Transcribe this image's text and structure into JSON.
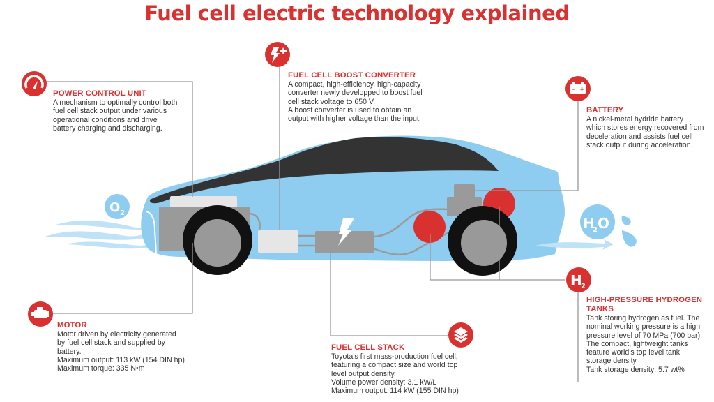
{
  "title": "Fuel cell electric technology explained",
  "colors": {
    "accent_red": "#d8312f",
    "car_blue": "#8ecdf0",
    "air_blue": "#bfe2f7",
    "component_gray": "#9a9a9a",
    "component_light": "#e6e6e6",
    "window_dark": "#333333",
    "connector_line": "#999999"
  },
  "labels": {
    "o2": "O",
    "o2_sub": "2",
    "h2o_h": "H",
    "h2o_sub": "2",
    "h2o_o": "O",
    "h2": "H",
    "h2_sub": "2"
  },
  "components": {
    "power_control_unit": {
      "icon": "gauge-icon",
      "heading": "POWER CONTROL UNIT",
      "lines": [
        "A mechanism to optimally control both",
        "fuel cell stack output under various",
        "operational conditions and drive",
        "battery charging and discharging."
      ]
    },
    "boost_converter": {
      "icon": "lightning-plus-icon",
      "heading": "FUEL CELL BOOST CONVERTER",
      "lines": [
        "A compact, high-efficiency, high-capacity",
        "converter newly developped to boost fuel",
        "cell stack voltage to 650 V.",
        "A boost converter is used to obtain an",
        "output with higher voltage than the input."
      ]
    },
    "battery": {
      "icon": "battery-icon",
      "heading": "BATTERY",
      "lines": [
        "A nickel-metal hydride battery",
        "which stores energy recovered from",
        "deceleration and assists fuel cell",
        "stack output during acceleration."
      ]
    },
    "motor": {
      "icon": "engine-icon",
      "heading": "MOTOR",
      "lines": [
        "Motor driven by electricity generated",
        "by fuel cell stack and supplied by",
        "battery.",
        "Maximum output: 113 kW (154 DIN hp)",
        "Maximum torque: 335 N•m"
      ]
    },
    "fuel_cell_stack": {
      "icon": "layers-icon",
      "heading": "FUEL CELL STACK",
      "lines": [
        "Toyota’s first mass-production fuel cell,",
        "featuring a compact size and world top",
        "level output density.",
        "Volume power density: 3.1 kW/L",
        "Maximum output: 114 kW (155 DIN hp)"
      ]
    },
    "hydrogen_tanks": {
      "icon": "h2-icon",
      "heading_lines": [
        "HIGH-PRESSURE HYDROGEN",
        "TANKS"
      ],
      "lines": [
        "Tank storing hydrogen as fuel. The",
        "nominal working pressure is a high",
        "pressure level of 70 MPa (700 bar).",
        "The compact, lightweight tanks",
        "feature world’s top level tank",
        "storage density.",
        "Tank storage density: 5.7 wt%"
      ]
    }
  }
}
